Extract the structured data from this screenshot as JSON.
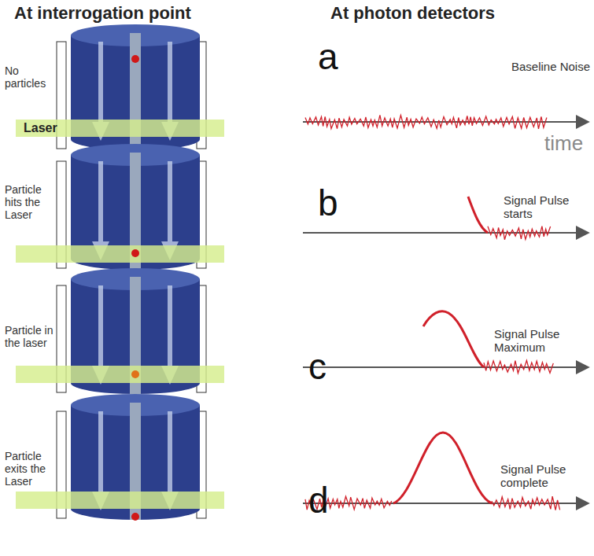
{
  "diagram": {
    "labels": [
      "At interrogation point",
      "At photon detectors",
      "No particles",
      "Laser",
      "Particle hits the Laser",
      "Particle in the laser",
      "Particle exits the Laser",
      "a",
      "Baseline Noise",
      "time",
      "b",
      "Signal Pulse starts",
      "c",
      "Signal Pulse Maximum",
      "d",
      "Signal Pulse complete"
    ]
  }
}
